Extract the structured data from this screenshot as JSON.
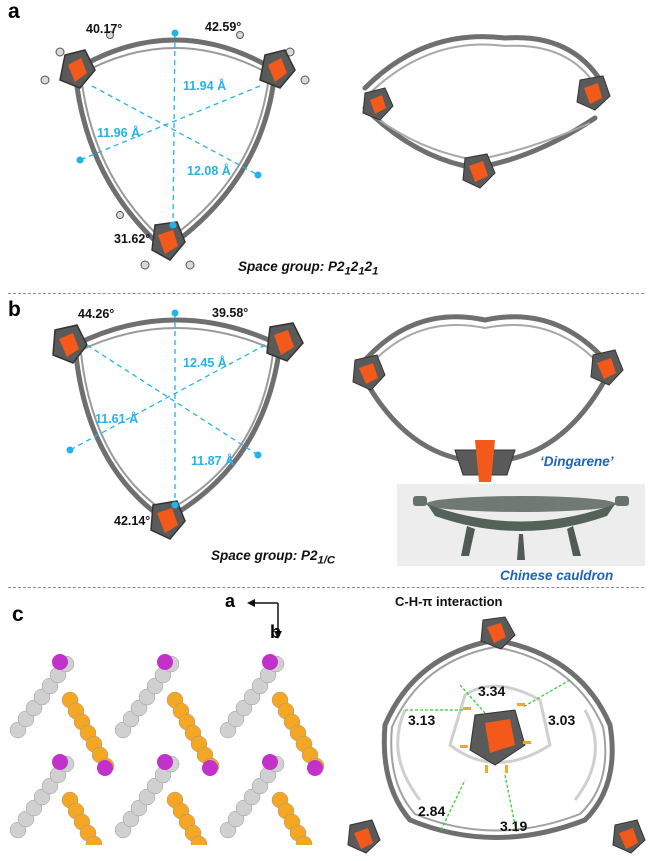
{
  "panel_a": {
    "letter": "a",
    "angles": [
      "40.17°",
      "42.59°",
      "31.62°"
    ],
    "distances": [
      "11.94 Å",
      "11.96 Å",
      "12.08 Å"
    ],
    "space_group_prefix": "Space group: P2",
    "space_group_subs": [
      "1",
      "2",
      "1",
      "2",
      "1"
    ],
    "colors": {
      "distance": "#22b4e8",
      "iron": "#f2591b",
      "carbon": "#7a7a7a"
    }
  },
  "panel_b": {
    "letter": "b",
    "angles": [
      "44.26°",
      "39.58°",
      "42.14°"
    ],
    "distances": [
      "12.45 Å",
      "11.61 Å",
      "11.87 Å"
    ],
    "dingarene": "‘Dingarene’",
    "cauldron_caption": "Chinese cauldron",
    "space_group_prefix": "Space group: P2",
    "space_group_sub": "1/C"
  },
  "panel_c": {
    "letter": "c",
    "axis_a": "a",
    "axis_b": "b",
    "interaction_title": "C-H-π interaction",
    "contacts": [
      "3.34",
      "3.13",
      "3.03",
      "2.84",
      "3.19"
    ],
    "colors": {
      "orange": "#f5a623",
      "magenta": "#c231c9",
      "grey": "#d0d0d0",
      "contact": "#2fd12f"
    }
  }
}
